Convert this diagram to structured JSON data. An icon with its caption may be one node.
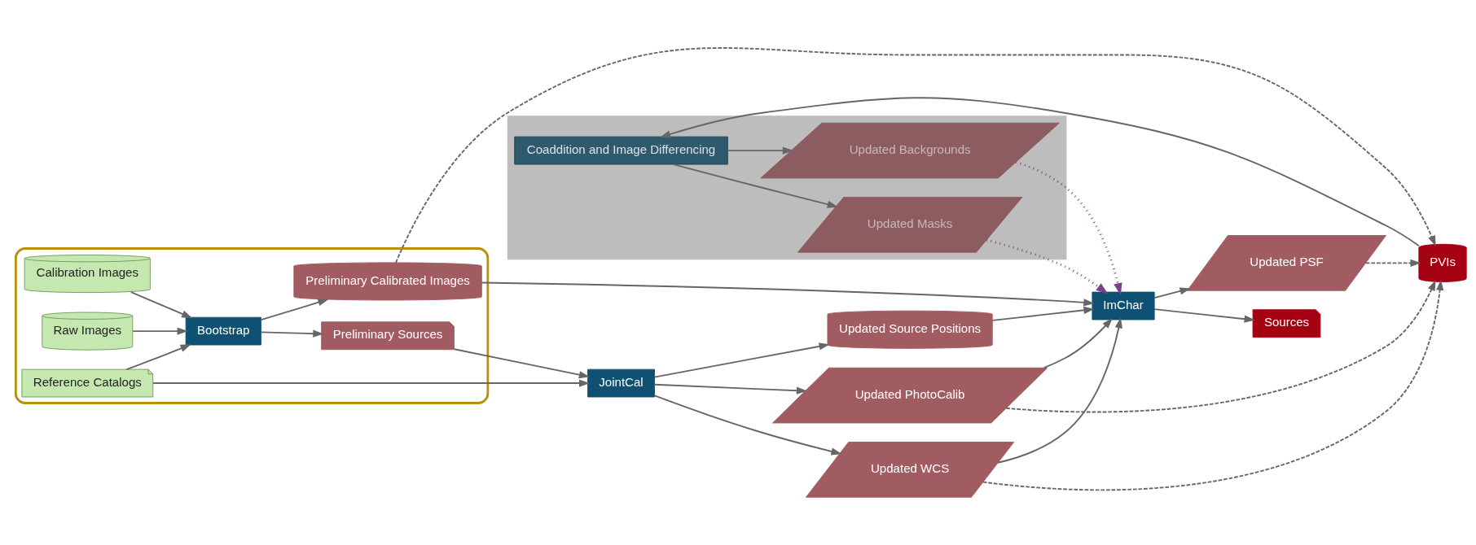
{
  "diagram": {
    "nodes": [
      {
        "text": [],
        "shape": "blob"
      },
      {
        "text": [
          "Raw Images"
        ],
        "in": 0
      },
      {
        "text": [
          "Calibration Images"
        ],
        "in": 0
      },
      {
        "text": [
          "Reference Catalogs"
        ],
        "in": 0
      },
      {
        "text": [
          "Bootstrap"
        ],
        "in": 0
      },
      {
        "text": [
          "Preliminary Calibrated Images"
        ],
        "in": 0
      },
      {
        "text": [
          "Preliminary Sources"
        ],
        "in": 0
      },
      {
        "text": [
          "PVIs"
        ]
      },
      {
        "text": [
          "JointCal"
        ]
      },
      {
        "text": [
          "Updated PhotoCalib"
        ]
      },
      {
        "text": [
          "Updated WCS"
        ]
      },
      {
        "text": [
          "Updated Source Positions"
        ]
      },
      {
        "text": [
          "Updated PSF"
        ]
      },
      {
        "text": [
          "ImChar"
        ]
      },
      {
        "text": [
          "Sources"
        ]
      },
      {
        "text": [],
        "shape": "box"
      },
      {
        "text": [
          "Coaddition and Image Differencing"
        ],
        "in": 15
      },
      {
        "text": [
          "Updated Masks"
        ],
        "in": 15
      },
      {
        "text": [
          "Updated Backgrounds"
        ],
        "in": 15
      }
    ],
    "edges": [
      {
        "from": 1,
        "to": 4,
        "arrow": "to"
      },
      {
        "from": 2,
        "to": 4,
        "arrow": "to"
      },
      {
        "from": 3,
        "to": 4,
        "arrow": "to"
      },
      {
        "from": 4,
        "to": 5,
        "arrow": "to"
      },
      {
        "from": 4,
        "to": 6,
        "arrow": "to"
      },
      {
        "from": 5,
        "to": 7,
        "arrow": "to",
        "style": "dashed"
      },
      {
        "from": 5,
        "to": 13,
        "arrow": "to"
      },
      {
        "from": 6,
        "to": 8,
        "arrow": "to"
      },
      {
        "from": 3,
        "to": 8,
        "arrow": "to"
      },
      {
        "from": 8,
        "to": 9,
        "arrow": "to"
      },
      {
        "from": 8,
        "to": 10,
        "arrow": "to"
      },
      {
        "from": 8,
        "to": 11,
        "arrow": "to"
      },
      {
        "from": 9,
        "to": 7,
        "arrow": "to",
        "style": "dashed"
      },
      {
        "from": 10,
        "to": 7,
        "arrow": "to",
        "style": "dashed"
      },
      {
        "from": 9,
        "to": 13,
        "arrow": "to"
      },
      {
        "from": 10,
        "to": 13,
        "arrow": "to"
      },
      {
        "from": 11,
        "to": 13,
        "arrow": "to"
      },
      {
        "from": 13,
        "to": 12,
        "arrow": "to"
      },
      {
        "from": 12,
        "to": 7,
        "arrow": "to",
        "style": "dashed"
      },
      {
        "from": 13,
        "to": 14,
        "arrow": "to"
      },
      {
        "from": 7,
        "to": 16,
        "arrow": "to"
      },
      {
        "from": 16,
        "to": 17,
        "arrow": "to"
      },
      {
        "from": 16,
        "to": 18,
        "arrow": "to"
      },
      {
        "from": 17,
        "to": 13,
        "arrow": "to",
        "style": "dashed",
        "color": "#7b3f8c"
      },
      {
        "from": 18,
        "to": 13,
        "arrow": "to",
        "style": "dashed",
        "color": "#7b3f8c"
      }
    ]
  }
}
